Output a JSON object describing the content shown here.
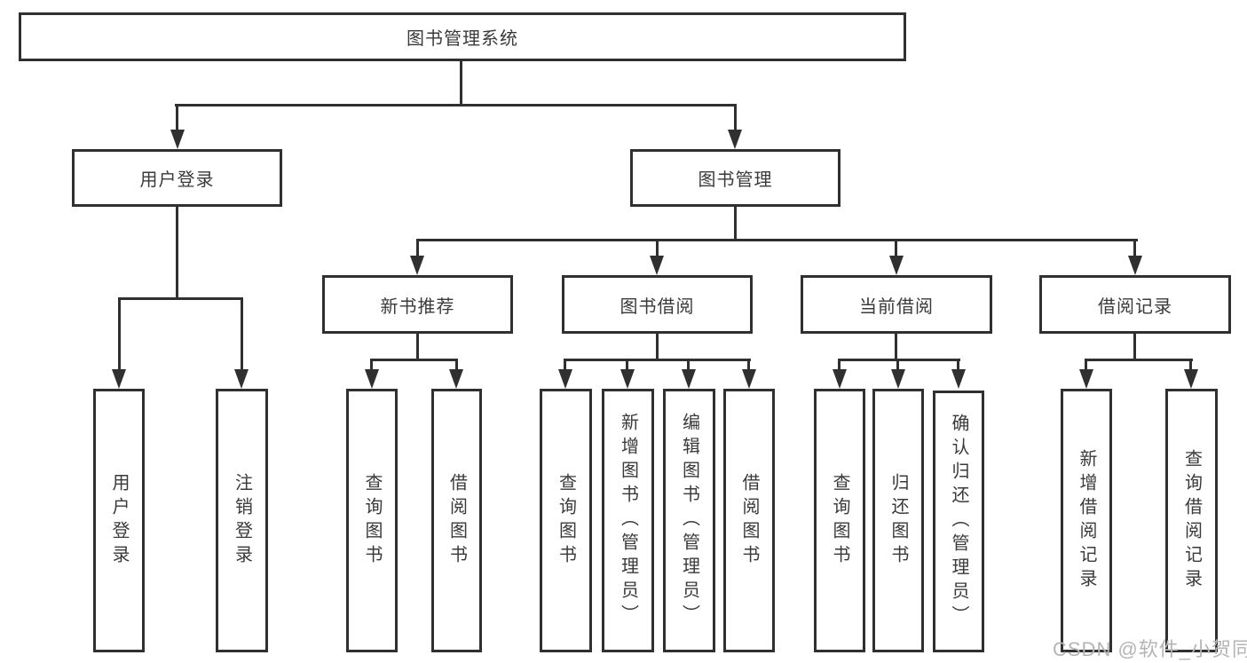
{
  "watermark": "CSDN @软件_小贺同学",
  "colors": {
    "line": "#303030",
    "text": "#3a3a3a",
    "background": "#ffffff",
    "watermark": "#b4b4b4"
  },
  "tree": {
    "root": {
      "label": "图书管理系统"
    },
    "branches": [
      {
        "label": "用户登录",
        "children": [
          {
            "label": "用户登录"
          },
          {
            "label": "注销登录"
          }
        ]
      },
      {
        "label": "图书管理",
        "children": [
          {
            "label": "新书推荐",
            "children": [
              {
                "label": "查询图书"
              },
              {
                "label": "借阅图书"
              }
            ]
          },
          {
            "label": "图书借阅",
            "children": [
              {
                "label": "查询图书"
              },
              {
                "label": "新增图书（管理员）"
              },
              {
                "label": "编辑图书（管理员）"
              },
              {
                "label": "借阅图书"
              }
            ]
          },
          {
            "label": "当前借阅",
            "children": [
              {
                "label": "查询图书"
              },
              {
                "label": "归还图书"
              },
              {
                "label": "确认归还（管理员）"
              }
            ]
          },
          {
            "label": "借阅记录",
            "children": [
              {
                "label": "新增借阅记录"
              },
              {
                "label": "查询借阅记录"
              }
            ]
          }
        ]
      }
    ]
  }
}
